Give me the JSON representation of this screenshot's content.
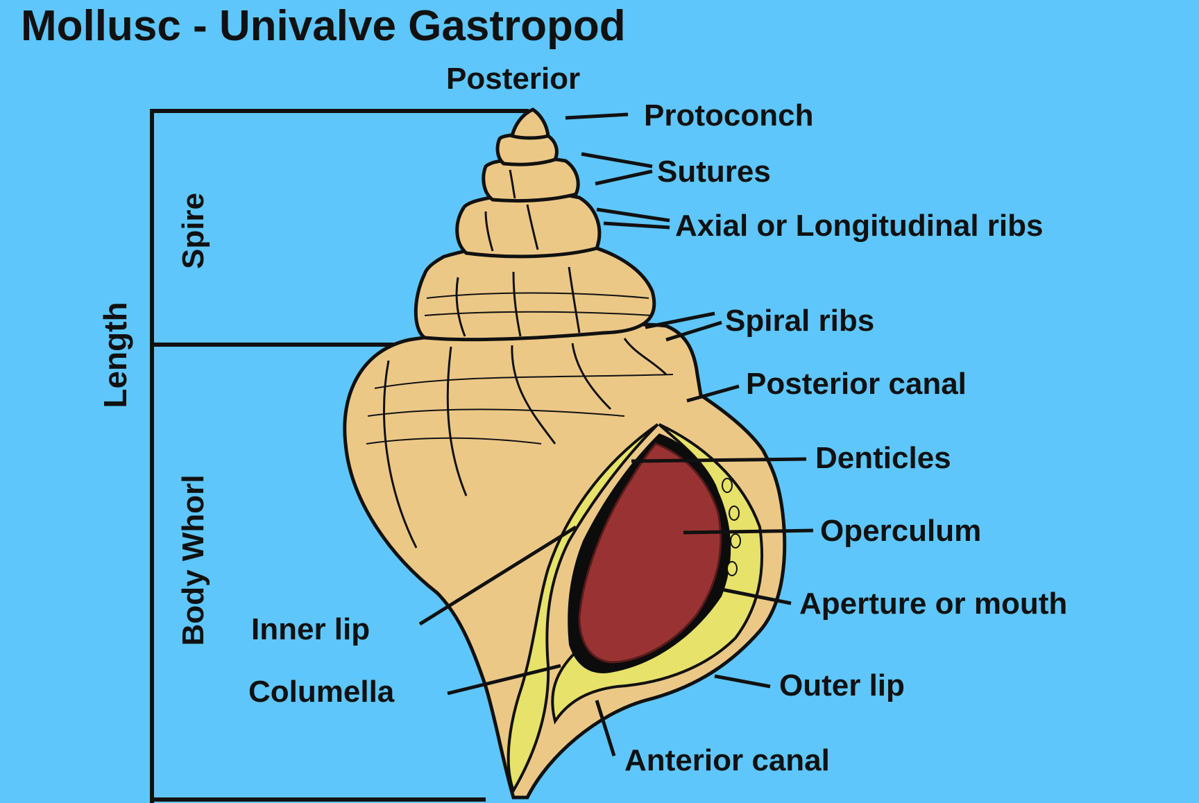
{
  "title": "Mollusc - Univalve Gastropod",
  "colors": {
    "background": "#5ec6fa",
    "shell": "#ecc887",
    "shell_shadow": "#cfa55c",
    "outline": "#111111",
    "lip": "#e7e26a",
    "operculum": "#993333",
    "aperture_dark": "#0c0c0c"
  },
  "dimensions": {
    "length": "Length",
    "spire": "Spire",
    "body_whorl": "Body Whorl"
  },
  "orientation": {
    "posterior": "Posterior"
  },
  "labels": {
    "protoconch": "Protoconch",
    "sutures": "Sutures",
    "axial_ribs": "Axial or Longitudinal ribs",
    "spiral_ribs": "Spiral ribs",
    "posterior_canal": "Posterior canal",
    "denticles": "Denticles",
    "operculum": "Operculum",
    "aperture": "Aperture or mouth",
    "inner_lip": "Inner lip",
    "columella": "Columella",
    "outer_lip": "Outer lip",
    "anterior_canal": "Anterior canal"
  }
}
